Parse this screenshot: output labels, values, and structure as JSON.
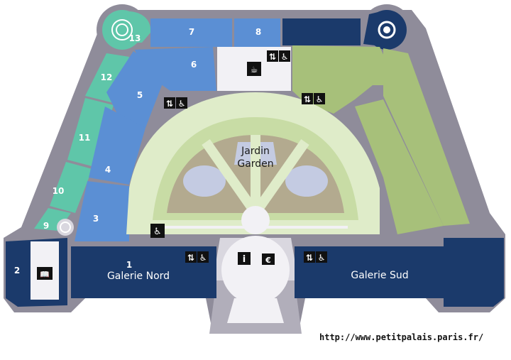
{
  "colors": {
    "wall": "#8f8c9a",
    "wall_light": "#b1aeba",
    "teal": "#5fc6a9",
    "blue": "#5b8fd4",
    "navy": "#1b3a6b",
    "olive": "#a7c07a",
    "garden_light": "#dfecc9",
    "garden_inner": "#c8dca5",
    "lawn": "#b3aa8f",
    "pool": "#c4cbe2",
    "court": "#d9d7df",
    "court_white": "#f2f1f5"
  },
  "rooms": [
    {
      "id": "room-1",
      "label": "1"
    },
    {
      "id": "room-2",
      "label": "2"
    },
    {
      "id": "room-3",
      "label": "3"
    },
    {
      "id": "room-4",
      "label": "4"
    },
    {
      "id": "room-5",
      "label": "5"
    },
    {
      "id": "room-6",
      "label": "6"
    },
    {
      "id": "room-7",
      "label": "7"
    },
    {
      "id": "room-8",
      "label": "8"
    },
    {
      "id": "room-9",
      "label": "9"
    },
    {
      "id": "room-10",
      "label": "10"
    },
    {
      "id": "room-11",
      "label": "11"
    },
    {
      "id": "room-12",
      "label": "12"
    },
    {
      "id": "room-13",
      "label": "13"
    }
  ],
  "galleries": {
    "north": "Galerie Nord",
    "south": "Galerie Sud"
  },
  "garden": {
    "line1": "Jardin",
    "line2": "Garden"
  },
  "icons": [
    {
      "name": "elevator-icon",
      "glyph": "⇅"
    },
    {
      "name": "wheelchair-icon",
      "glyph": "♿"
    },
    {
      "name": "cafe-icon",
      "glyph": "☕"
    },
    {
      "name": "info-icon",
      "glyph": "i"
    },
    {
      "name": "ticket-icon",
      "glyph": "€"
    },
    {
      "name": "bookshop-icon",
      "glyph": "📖"
    }
  ],
  "footer": {
    "url": "http://www.petitpalais.paris.fr/"
  }
}
